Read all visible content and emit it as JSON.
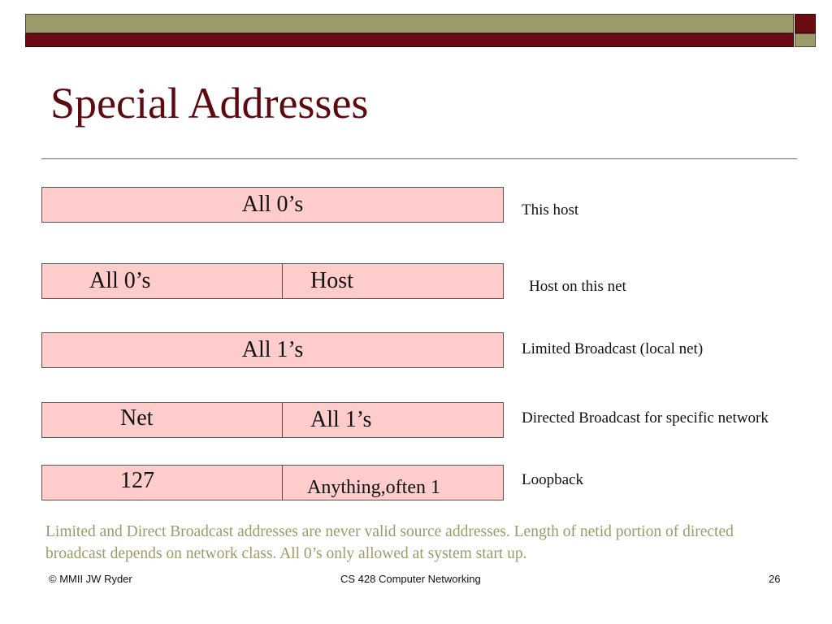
{
  "slide": {
    "title": "Special Addresses",
    "rows": [
      {
        "cells": [
          "All 0’s"
        ],
        "label": "This host"
      },
      {
        "cells": [
          "All 0’s",
          "Host"
        ],
        "label": "Host on this net"
      },
      {
        "cells": [
          "All 1’s"
        ],
        "label": "Limited Broadcast (local net)"
      },
      {
        "cells": [
          "Net",
          "All 1’s"
        ],
        "label": "Directed Broadcast for specific network"
      },
      {
        "cells": [
          "127",
          "Anything,often 1"
        ],
        "label": "Loopback"
      }
    ],
    "note": "Limited and Direct Broadcast addresses are never valid source addresses. Length of netid portion of directed broadcast depends on network class. All  0’s only allowed at system start up."
  },
  "footer": {
    "copyright": "© MMII  JW Ryder",
    "course": "CS 428 Computer Networking",
    "page": "26"
  },
  "colors": {
    "title": "#5c0a10",
    "box_fill": "#ffcccc",
    "olive": "#9c9a6b",
    "maroon": "#6b0c14"
  }
}
